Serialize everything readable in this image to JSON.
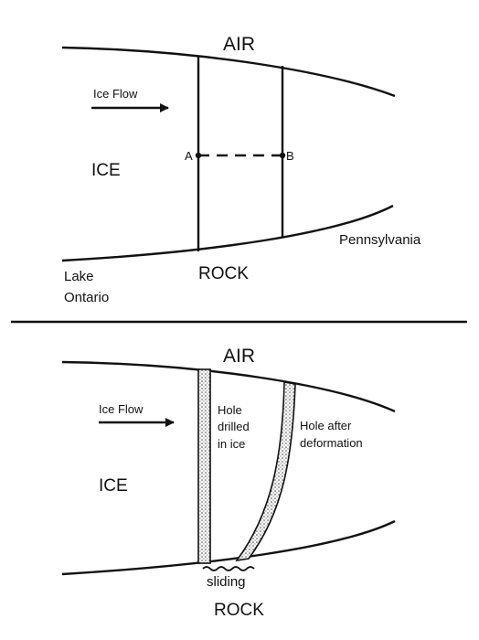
{
  "top_panel": {
    "air": "AIR",
    "ice_flow": "Ice Flow",
    "ice": "ICE",
    "point_a": "A",
    "point_b": "B",
    "pennsylvania": "Pennsylvania",
    "rock": "ROCK",
    "lake_line1": "Lake",
    "lake_line2": "Ontario"
  },
  "bottom_panel": {
    "air": "AIR",
    "ice_flow": "Ice Flow",
    "ice": "ICE",
    "hole_drilled": [
      "Hole",
      "drilled",
      "in ice"
    ],
    "hole_after": [
      "Hole after",
      "deformation"
    ],
    "sliding": "sliding",
    "rock": "ROCK"
  },
  "colors": {
    "ink": "#111111",
    "background": "#ffffff",
    "stipple": "#555555"
  }
}
